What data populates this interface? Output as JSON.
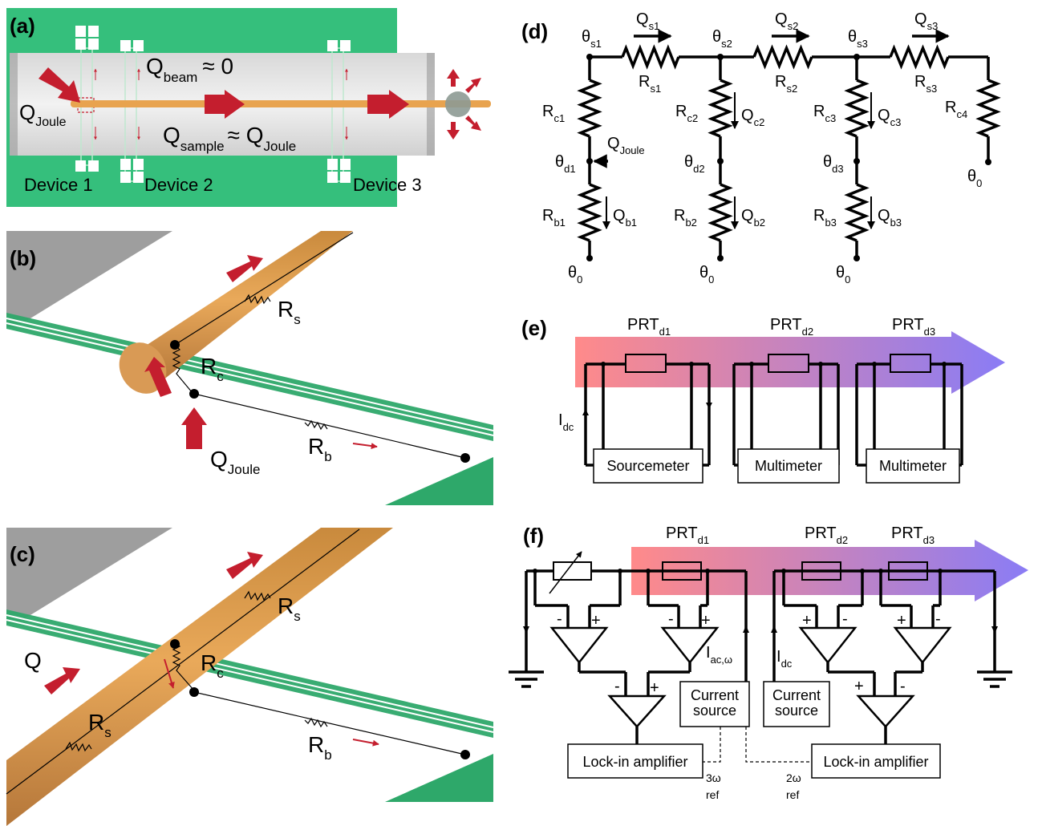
{
  "panels": {
    "a": {
      "label": "(a)",
      "q_joule": {
        "main": "Q",
        "sub": "Joule"
      },
      "q_beam": {
        "main": "Q",
        "sub": "beam",
        "rel": "≈ 0"
      },
      "q_sample": {
        "main": "Q",
        "sub": "sample",
        "rel": "≈ Q",
        "rel_sub": "Joule"
      },
      "devices": [
        "Device 1",
        "Device 2",
        "Device 3"
      ],
      "colors": {
        "substrate": "#35bf7c",
        "trench": "#e4e4e4",
        "sample": "#e8a34f",
        "arrow": "#c41e2e"
      }
    },
    "b": {
      "label": "(b)",
      "rs": {
        "main": "R",
        "sub": "s"
      },
      "rc": {
        "main": "R",
        "sub": "c"
      },
      "rb": {
        "main": "R",
        "sub": "b"
      },
      "q_joule": {
        "main": "Q",
        "sub": "Joule"
      }
    },
    "c": {
      "label": "(c)",
      "q": "Q",
      "rs_top": {
        "main": "R",
        "sub": "s"
      },
      "rs_bottom": {
        "main": "R",
        "sub": "s"
      },
      "rc": {
        "main": "R",
        "sub": "c"
      },
      "rb": {
        "main": "R",
        "sub": "b"
      }
    },
    "d": {
      "label": "(d)",
      "theta_s": [
        {
          "main": "θ",
          "sub": "s1"
        },
        {
          "main": "θ",
          "sub": "s2"
        },
        {
          "main": "θ",
          "sub": "s3"
        }
      ],
      "q_s": [
        {
          "main": "Q",
          "sub": "s1"
        },
        {
          "main": "Q",
          "sub": "s2"
        },
        {
          "main": "Q",
          "sub": "s3"
        }
      ],
      "r_s": [
        {
          "main": "R",
          "sub": "s1"
        },
        {
          "main": "R",
          "sub": "s2"
        },
        {
          "main": "R",
          "sub": "s3"
        }
      ],
      "r_c": [
        {
          "main": "R",
          "sub": "c1"
        },
        {
          "main": "R",
          "sub": "c2"
        },
        {
          "main": "R",
          "sub": "c3"
        },
        {
          "main": "R",
          "sub": "c4"
        }
      ],
      "q_c": [
        {
          "main": "Q",
          "sub": "c2"
        },
        {
          "main": "Q",
          "sub": "c3"
        }
      ],
      "theta_d": [
        {
          "main": "θ",
          "sub": "d1"
        },
        {
          "main": "θ",
          "sub": "d2"
        },
        {
          "main": "θ",
          "sub": "d3"
        }
      ],
      "q_joule": {
        "main": "Q",
        "sub": "Joule"
      },
      "r_b": [
        {
          "main": "R",
          "sub": "b1"
        },
        {
          "main": "R",
          "sub": "b2"
        },
        {
          "main": "R",
          "sub": "b3"
        }
      ],
      "q_b": [
        {
          "main": "Q",
          "sub": "b1"
        },
        {
          "main": "Q",
          "sub": "b2"
        },
        {
          "main": "Q",
          "sub": "b3"
        }
      ],
      "theta_0": {
        "main": "θ",
        "sub": "0"
      }
    },
    "e": {
      "label": "(e)",
      "prt": [
        {
          "main": "PRT",
          "sub": "d1"
        },
        {
          "main": "PRT",
          "sub": "d2"
        },
        {
          "main": "PRT",
          "sub": "d3"
        }
      ],
      "idc": {
        "main": "I",
        "sub": "dc"
      },
      "instruments": [
        "Sourcemeter",
        "Multimeter",
        "Multimeter"
      ],
      "gradient": {
        "start": "#ff8a8a",
        "end": "#8a7cf5"
      }
    },
    "f": {
      "label": "(f)",
      "prt": [
        {
          "main": "PRT",
          "sub": "d1"
        },
        {
          "main": "PRT",
          "sub": "d2"
        },
        {
          "main": "PRT",
          "sub": "d3"
        }
      ],
      "iac": {
        "main": "I",
        "sub": "ac,ω"
      },
      "idc": {
        "main": "I",
        "sub": "dc"
      },
      "current_source": [
        "Current",
        "source"
      ],
      "lockin": "Lock-in amplifier",
      "ref3": [
        "3ω",
        "ref"
      ],
      "ref2": [
        "2ω",
        "ref"
      ],
      "signs": {
        "minus": "-",
        "plus": "+"
      }
    }
  }
}
